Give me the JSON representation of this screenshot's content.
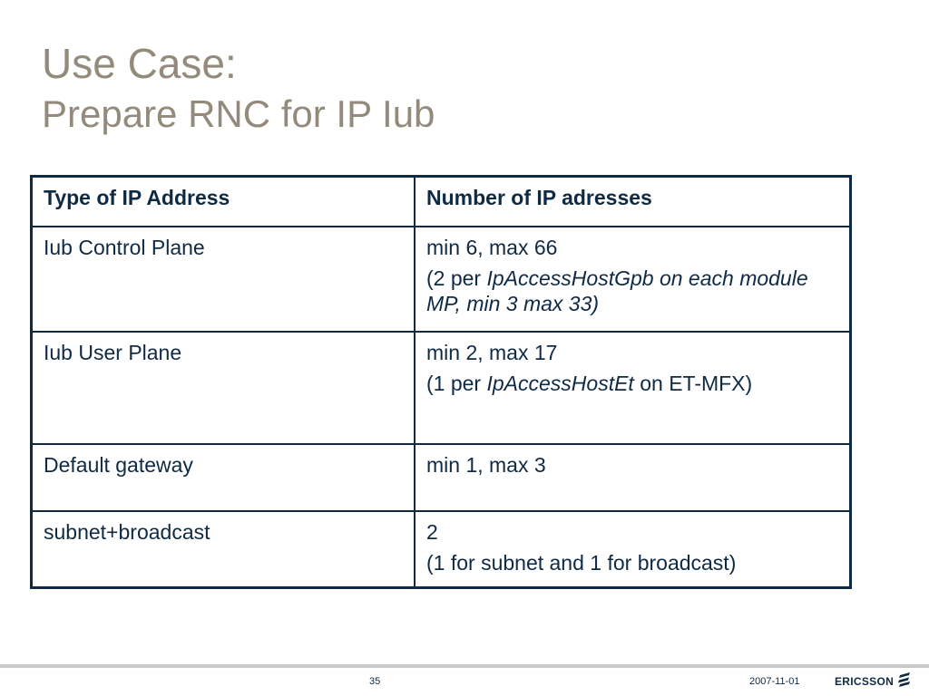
{
  "slide": {
    "title_line1": "Use Case:",
    "title_line2": "Prepare RNC for IP Iub"
  },
  "table": {
    "headers": [
      "Type of IP Address",
      "Number of IP adresses"
    ],
    "rows": [
      {
        "type": "Iub Control Plane",
        "count": "min 6, max 66",
        "note_prefix": "(2 per ",
        "note_italic": "IpAccessHostGpb on each module MP, min 3 max 33)",
        "note_suffix": ""
      },
      {
        "type": "Iub User Plane",
        "count": "min 2, max 17",
        "note_prefix": "(1 per ",
        "note_italic": "IpAccessHostEt",
        "note_suffix": " on ET-MFX)"
      },
      {
        "type": "Default gateway",
        "count": "min 1, max 3"
      },
      {
        "type": "subnet+broadcast",
        "count": "2",
        "note": "(1 for subnet and 1 for broadcast)"
      }
    ]
  },
  "footer": {
    "page_number": "35",
    "date": "2007-11-01",
    "brand": "ERICSSON",
    "brand_icon": "ericsson-logo-icon",
    "colors": {
      "title": "#948a7c",
      "text": "#0f2a44",
      "border": "#0f2a44",
      "footer_line": "#c8c8c8"
    }
  }
}
